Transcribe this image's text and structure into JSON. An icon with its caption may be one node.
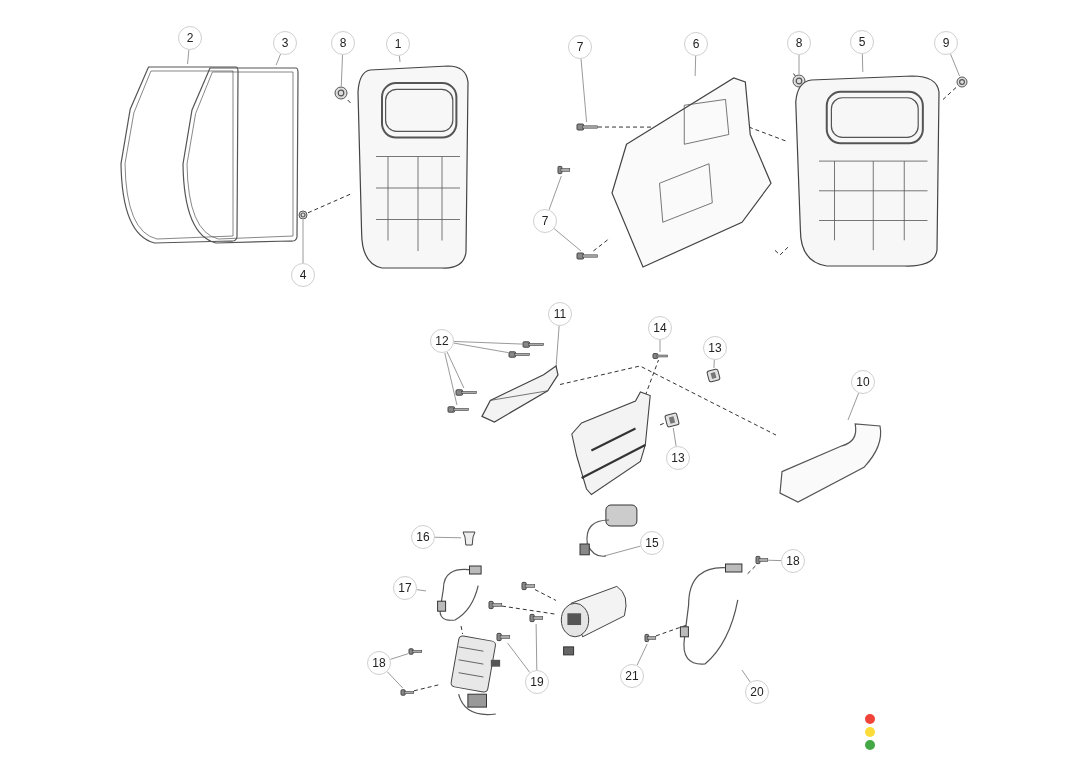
{
  "diagram": {
    "nodes": [
      {
        "text": [
          "2"
        ]
      },
      {
        "text": [
          "3"
        ]
      },
      {
        "text": [
          "8"
        ]
      },
      {
        "text": [
          "1"
        ]
      },
      {
        "text": [
          "4"
        ]
      },
      {
        "text": [
          "7"
        ]
      },
      {
        "text": [
          "6"
        ]
      },
      {
        "text": [
          "8"
        ]
      },
      {
        "text": [
          "5"
        ]
      },
      {
        "text": [
          "9"
        ]
      },
      {
        "text": [
          "7"
        ]
      },
      {
        "text": [
          "12"
        ]
      },
      {
        "text": [
          "11"
        ]
      },
      {
        "text": [
          "14"
        ]
      },
      {
        "text": [
          "13"
        ]
      },
      {
        "text": [
          "10"
        ]
      },
      {
        "text": [
          "13"
        ]
      },
      {
        "text": [
          "16"
        ]
      },
      {
        "text": [
          "15"
        ]
      },
      {
        "text": [
          "17"
        ]
      },
      {
        "text": [
          "18"
        ]
      },
      {
        "text": [
          "18"
        ]
      },
      {
        "text": [
          "19"
        ]
      },
      {
        "text": [
          "21"
        ]
      },
      {
        "text": [
          "20"
        ]
      },
      {
        "text": [],
        "shape": "picture"
      },
      {
        "text": [],
        "shape": "picture"
      },
      {
        "text": [],
        "shape": "picture"
      },
      {
        "text": [],
        "shape": "picture"
      },
      {
        "text": [],
        "shape": "picture"
      },
      {
        "text": [],
        "shape": "picture"
      },
      {
        "text": [],
        "shape": "picture"
      },
      {
        "text": [],
        "shape": "picture"
      },
      {
        "text": [],
        "shape": "picture"
      },
      {
        "text": [],
        "shape": "picture"
      },
      {
        "text": [],
        "shape": "picture"
      },
      {
        "text": [],
        "shape": "picture"
      },
      {
        "text": [],
        "shape": "picture"
      },
      {
        "text": [],
        "shape": "picture"
      },
      {
        "text": [],
        "shape": "picture"
      },
      {
        "text": [],
        "shape": "picture"
      },
      {
        "text": [],
        "shape": "picture"
      },
      {
        "text": [],
        "shape": "picture"
      },
      {
        "text": [],
        "shape": "picture"
      },
      {
        "text": [],
        "shape": "picture"
      },
      {
        "text": [],
        "shape": "picture"
      },
      {
        "text": [],
        "shape": "picture"
      },
      {
        "text": [],
        "shape": "picture"
      },
      {
        "text": [],
        "shape": "picture"
      },
      {
        "text": [],
        "shape": "picture"
      },
      {
        "text": [],
        "shape": "picture"
      },
      {
        "text": [],
        "shape": "picture"
      },
      {
        "text": [],
        "shape": "picture"
      },
      {
        "text": [],
        "shape": "picture"
      },
      {
        "text": [],
        "shape": "picture"
      },
      {
        "text": [],
        "shape": "picture"
      },
      {
        "text": [],
        "shape": "picture"
      },
      {
        "text": [],
        "shape": "picture"
      },
      {
        "text": [],
        "shape": "picture"
      },
      {
        "text": [],
        "shape": "picture"
      },
      {
        "text": [],
        "shape": "picture"
      }
    ],
    "edges": [
      {
        "from": 0,
        "to": 25,
        "arrow": "none"
      },
      {
        "from": 1,
        "to": 26,
        "arrow": "none"
      },
      {
        "from": 2,
        "to": 27,
        "arrow": "none"
      },
      {
        "from": 3,
        "to": 28,
        "arrow": "none"
      },
      {
        "from": 4,
        "to": 29,
        "arrow": "none"
      },
      {
        "from": 5,
        "to": 30,
        "arrow": "none"
      },
      {
        "from": 6,
        "to": 33,
        "arrow": "none"
      },
      {
        "from": 7,
        "to": 34,
        "arrow": "none"
      },
      {
        "from": 8,
        "to": 35,
        "arrow": "none"
      },
      {
        "from": 9,
        "to": 36,
        "arrow": "none"
      },
      {
        "from": 10,
        "to": 31,
        "arrow": "none"
      },
      {
        "from": 10,
        "to": 32,
        "arrow": "none"
      },
      {
        "from": 11,
        "to": 37,
        "arrow": "none"
      },
      {
        "from": 11,
        "to": 38,
        "arrow": "none"
      },
      {
        "from": 11,
        "to": 39,
        "arrow": "none"
      },
      {
        "from": 11,
        "to": 40,
        "arrow": "none"
      },
      {
        "from": 12,
        "to": 41,
        "arrow": "none"
      },
      {
        "from": 13,
        "to": 43,
        "arrow": "none"
      },
      {
        "from": 14,
        "to": 44,
        "arrow": "none"
      },
      {
        "from": 15,
        "to": 45,
        "arrow": "none"
      },
      {
        "from": 16,
        "to": 46,
        "arrow": "none"
      },
      {
        "from": 17,
        "to": 47,
        "arrow": "none"
      },
      {
        "from": 18,
        "to": 48,
        "arrow": "none"
      },
      {
        "from": 19,
        "to": 49,
        "arrow": "none"
      },
      {
        "from": 20,
        "to": 50,
        "arrow": "none"
      },
      {
        "from": 21,
        "to": 51,
        "arrow": "none"
      },
      {
        "from": 21,
        "to": 52,
        "arrow": "none"
      },
      {
        "from": 22,
        "to": 54,
        "arrow": "none"
      },
      {
        "from": 22,
        "to": 55,
        "arrow": "none"
      },
      {
        "from": 23,
        "to": 59,
        "arrow": "none"
      },
      {
        "from": 24,
        "to": 60,
        "arrow": "none"
      },
      {
        "from": 27,
        "to": 28,
        "arrow": "none",
        "style": "dashed",
        "color": "#333333"
      },
      {
        "from": 29,
        "to": 28,
        "arrow": "none",
        "style": "dashed",
        "color": "#333333"
      },
      {
        "from": 30,
        "to": 33,
        "arrow": "none",
        "style": "dashed",
        "color": "#333333"
      },
      {
        "from": 33,
        "to": 35,
        "arrow": "none",
        "style": "dashed",
        "color": "#333333"
      },
      {
        "from": 32,
        "to": 33,
        "arrow": "none",
        "style": "dashed",
        "color": "#333333"
      },
      {
        "from": 33,
        "to": 35,
        "arrow": "none",
        "style": "dashed",
        "color": "#333333"
      },
      {
        "from": 34,
        "to": 35,
        "arrow": "none",
        "style": "dashed",
        "color": "#333333"
      },
      {
        "from": 36,
        "to": 35,
        "arrow": "none",
        "style": "dashed",
        "color": "#333333"
      },
      {
        "from": 41,
        "to": 45,
        "arrow": "none",
        "style": "dashed",
        "color": "#333333"
      },
      {
        "from": 42,
        "to": 43,
        "arrow": "none",
        "style": "dashed",
        "color": "#333333"
      },
      {
        "from": 42,
        "to": 46,
        "arrow": "none",
        "style": "dashed",
        "color": "#333333"
      },
      {
        "from": 49,
        "to": 53,
        "arrow": "none",
        "style": "dashed",
        "color": "#333333"
      },
      {
        "from": 52,
        "to": 53,
        "arrow": "none",
        "style": "dashed",
        "color": "#333333"
      },
      {
        "from": 56,
        "to": 58,
        "arrow": "none",
        "style": "dashed",
        "color": "#333333"
      },
      {
        "from": 57,
        "to": 58,
        "arrow": "none",
        "style": "dashed",
        "color": "#333333"
      },
      {
        "from": 59,
        "to": 60,
        "arrow": "none",
        "style": "dashed",
        "color": "#333333"
      },
      {
        "from": 50,
        "to": 60,
        "arrow": "none",
        "style": "dashed",
        "color": "#333333"
      }
    ]
  }
}
